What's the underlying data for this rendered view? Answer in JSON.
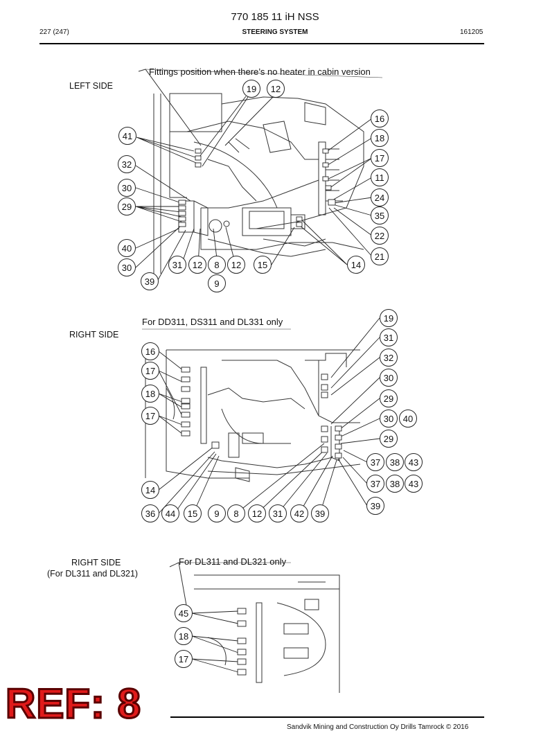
{
  "header": {
    "title": "770 185 11 iH NSS",
    "page": "227 (247)",
    "section": "STEERING SYSTEM",
    "code": "161205"
  },
  "figure1": {
    "label": "LEFT SIDE",
    "note": "Fittings position when there’s no heater in cabin version",
    "callouts": [
      "19",
      "12",
      "16",
      "41",
      "18",
      "17",
      "32",
      "11",
      "30",
      "24",
      "29",
      "35",
      "22",
      "40",
      "21",
      "30",
      "31",
      "12",
      "8",
      "12",
      "15",
      "14",
      "39",
      "9"
    ]
  },
  "figure2": {
    "label": "RIGHT SIDE",
    "note": "For DD311, DS311 and DL331 only",
    "callouts": [
      "19",
      "31",
      "16",
      "32",
      "17",
      "30",
      "18",
      "29",
      "17",
      "30",
      "40",
      "29",
      "37",
      "38",
      "43",
      "37",
      "38",
      "43",
      "14",
      "39",
      "36",
      "44",
      "15",
      "9",
      "8",
      "12",
      "31",
      "42",
      "39"
    ]
  },
  "figure3": {
    "label_line1": "RIGHT SIDE",
    "label_line2": "(For DL311 and DL321)",
    "note": "For DL311 and DL321 only",
    "callouts": [
      "45",
      "18",
      "17"
    ]
  },
  "ref_mark": "REF: 8",
  "footer": {
    "text": "Sandvik Mining and Construction Oy Drills Tamrock © 2016"
  }
}
